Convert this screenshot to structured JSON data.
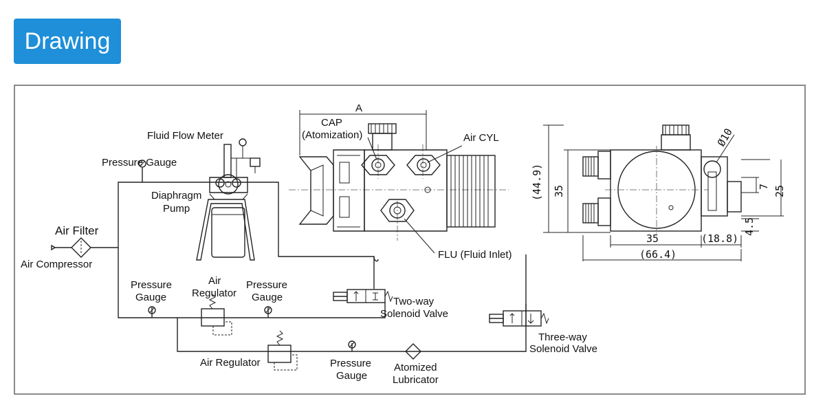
{
  "header": {
    "title": "Drawing",
    "accent": "#1e8fd8"
  },
  "labels": {
    "fluid_flow_meter": "Fluid Flow Meter",
    "pressure_gauge": "Pressure Gauge",
    "diaphragm": "Diaphragm",
    "pump": "Pump",
    "air_filter": "Air Filter",
    "air_compressor": "Air Compressor",
    "pressure": "Pressure",
    "gauge": "Gauge",
    "air": "Air",
    "regulator": "Regulator",
    "air_regulator": "Air Regulator",
    "atomized": "Atomized",
    "lubricator": "Lubricator",
    "two_way": "Two-way",
    "three_way": "Three-way",
    "solenoid_valve": "Solenoid Valve",
    "cap": "CAP",
    "atomization": "(Atomization)",
    "air_cyl": "Air CYL",
    "flu": "FLU (Fluid Inlet)",
    "dim_a": "A"
  },
  "dimensions": {
    "d44_9": "(44.9)",
    "d35_v": "35",
    "d25": "25",
    "d7": "7",
    "d4_5": "4.5",
    "d35_h": "35",
    "d18_8": "(18.8)",
    "d66_4": "(66.4)",
    "phi10": "Ø10"
  }
}
